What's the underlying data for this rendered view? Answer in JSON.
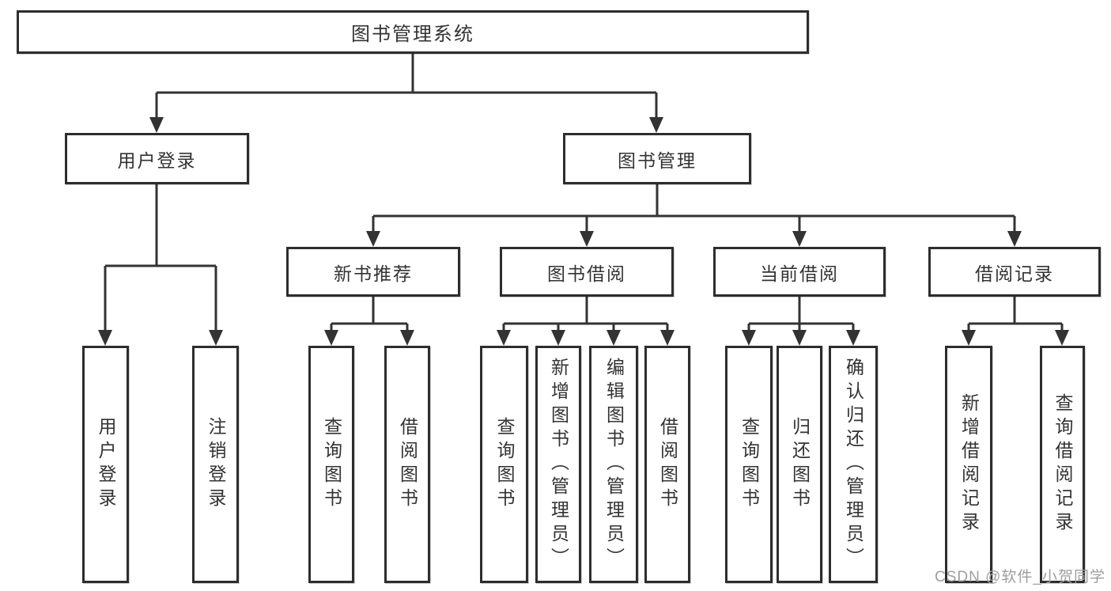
{
  "tree": {
    "root": {
      "label": "图书管理系统",
      "children": [
        {
          "label": "用户登录",
          "children": [
            {
              "label": "用户登录"
            },
            {
              "label": "注销登录"
            }
          ]
        },
        {
          "label": "图书管理",
          "children": [
            {
              "label": "新书推荐",
              "children": [
                {
                  "label": "查询图书"
                },
                {
                  "label": "借阅图书"
                }
              ]
            },
            {
              "label": "图书借阅",
              "children": [
                {
                  "label": "查询图书"
                },
                {
                  "label": "新增图书（管理员）"
                },
                {
                  "label": "编辑图书（管理员）"
                },
                {
                  "label": "借阅图书"
                }
              ]
            },
            {
              "label": "当前借阅",
              "children": [
                {
                  "label": "查询图书"
                },
                {
                  "label": "归还图书"
                },
                {
                  "label": "确认归还（管理员）"
                }
              ]
            },
            {
              "label": "借阅记录",
              "children": [
                {
                  "label": "新增借阅记录"
                },
                {
                  "label": "查询借阅记录"
                }
              ]
            }
          ]
        }
      ]
    }
  },
  "colors": {
    "line": "#333333",
    "border": "#2d2d2d",
    "text": "#333333",
    "watermark": "#9e9e9e"
  },
  "watermark": {
    "text": "CSDN @软件_小贺同学"
  }
}
